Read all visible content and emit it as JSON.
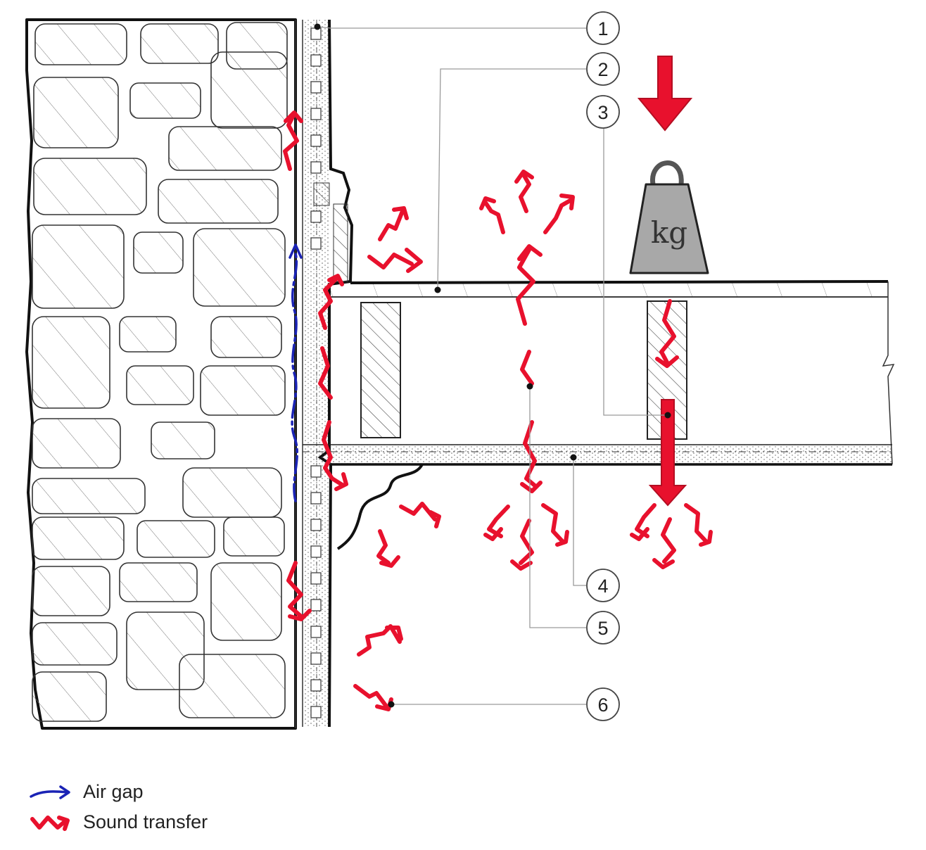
{
  "callouts": [
    "1",
    "2",
    "3",
    "4",
    "5",
    "6"
  ],
  "weight_label": "kg",
  "legend": {
    "air_gap": "Air gap",
    "sound_transfer": "Sound transfer"
  },
  "colors": {
    "sound": "#e8112d",
    "air": "#1a23b5",
    "weight": "#a8a8a8",
    "ink": "#111111",
    "leader": "#9a9a9a"
  }
}
